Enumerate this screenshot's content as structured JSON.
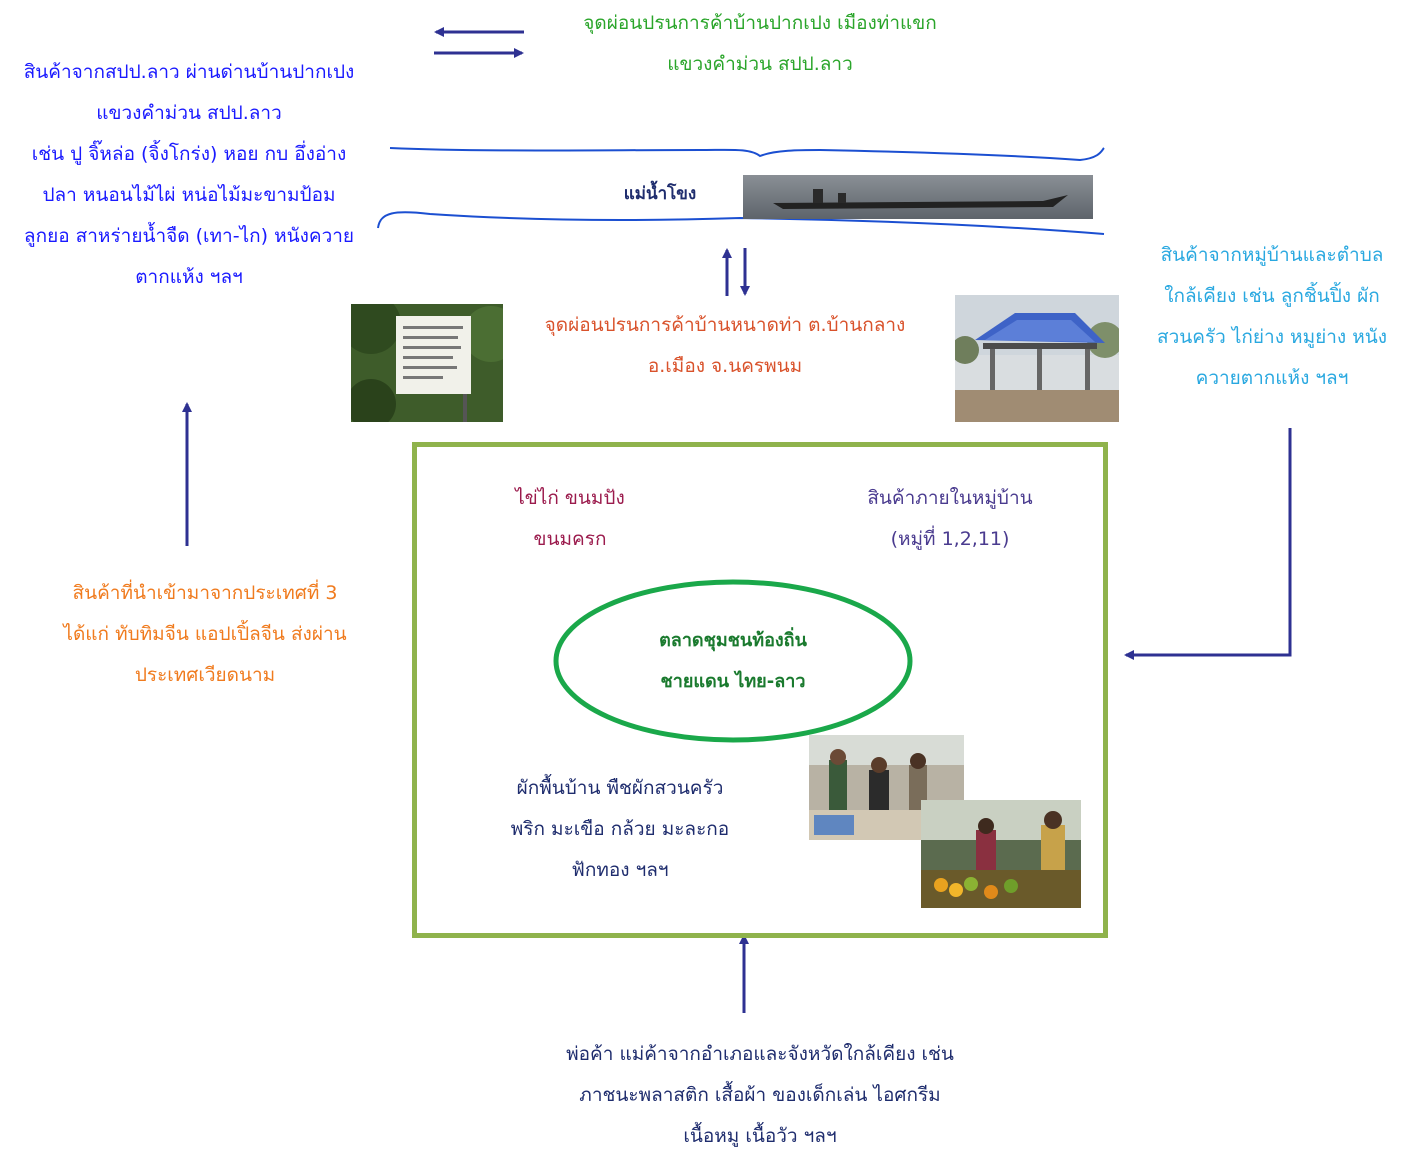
{
  "colors": {
    "arrow": "#2e3192",
    "green_text": "#2aa52a",
    "blue_text": "#1a1aff",
    "sky_text": "#29a8e0",
    "orange_text": "#f07b1e",
    "red_text": "#d9522b",
    "maroon_text": "#9b1b4d",
    "purple_text": "#4a3b8f",
    "navy_text": "#1f2d6e",
    "box_border": "#8fb34c",
    "ellipse": "#1aa84a",
    "river": "#1b4fd1"
  },
  "texts": {
    "lao_checkpoint": "จุดผ่อนปรนการค้าบ้านปากเปง เมืองท่าแขก\nแขวงคำม่วน สปป.ลาว",
    "lao_goods": "สินค้าจากสปป.ลาว ผ่านด่านบ้านปากเปง\nแขวงคำม่วน สปป.ลาว\nเช่น ปู จิ๊หล่อ (จิ้งโกร่ง)  หอย กบ  อึ่งอ่าง\nปลา หนอนไม้ไผ่ หน่อไม้มะขามป้อม\nลูกยอ สาหร่ายน้ำจืด (เทา-ไก) หนังควาย\nตากแห้ง ฯลฯ",
    "river_label": "แม่น้ำโขง",
    "thai_checkpoint": "จุดผ่อนปรนการค้าบ้านหนาดท่า ต.บ้านกลาง\nอ.เมือง จ.นครพนม",
    "nearby_goods": "สินค้าจากหมู่บ้านและตำบล\nใกล้เคียง เช่น ลูกชิ้นปิ้ง ผัก\nสวนครัว ไก่ย่าง หมูย่าง หนัง\nควายตากแห้ง ฯลฯ",
    "third_country": "สินค้าที่นำเข้ามาจากประเทศที่ 3\nได้แก่  ทับทิมจีน แอปเปิ้ลจีน ส่งผ่าน\nประเทศเวียดนาม",
    "eggs_bread": "ไข่ไก่ ขนมปัง\nขนมครก",
    "village_goods": "สินค้าภายในหมู่บ้าน\n(หมู่ที่ 1,2,11)",
    "market_center": "ตลาดชุมชนท้องถิ่น\nชายแดน ไทย-ลาว",
    "vegetables": "ผักพื้นบ้าน พืชผักสวนครัว\nพริก มะเขือ กล้วย มะละกอ\nฟักทอง ฯลฯ",
    "traders": "พ่อค้า แม่ค้าจากอำเภอและจังหวัดใกล้เคียง เช่น\nภาชนะพลาสติก เสื้อผ้า ของเด็กเล่น  ไอศกรีม\nเนื้อหมู เนื้อวัว ฯลฯ"
  }
}
